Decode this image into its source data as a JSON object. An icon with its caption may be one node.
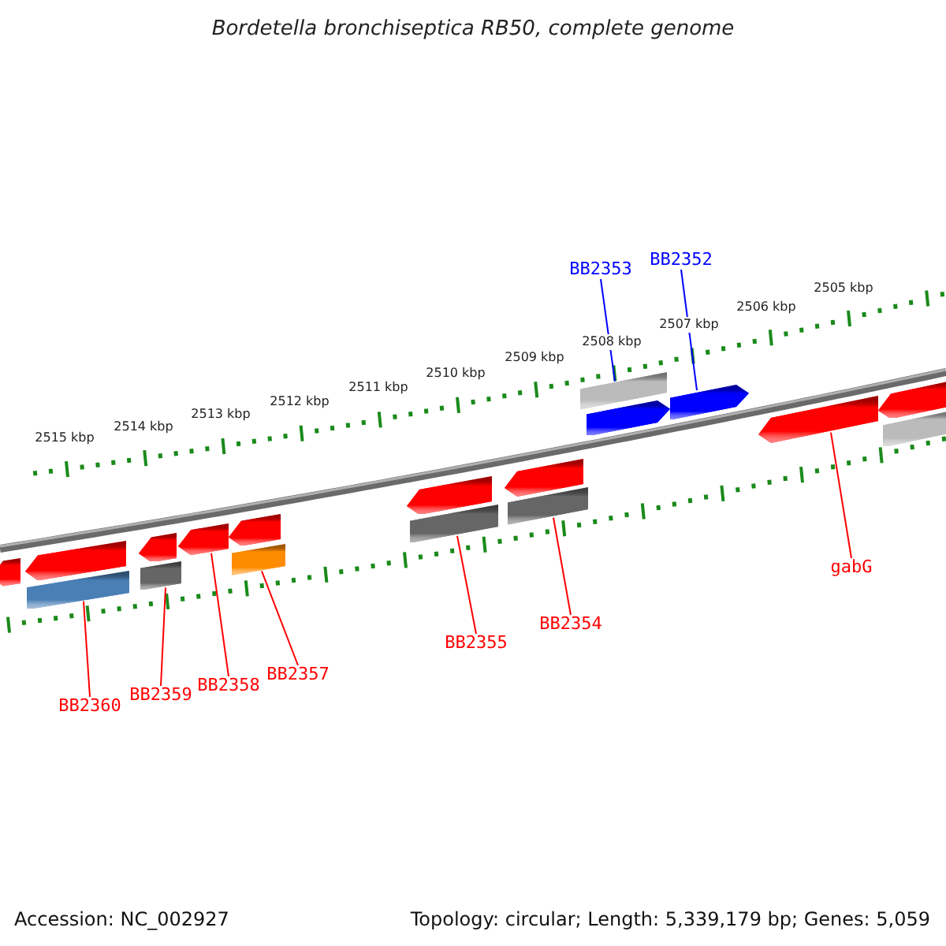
{
  "diagram": {
    "title": "Bordetella bronchiseptica RB50, complete genome",
    "nodes": [
      {
        "text": [
          "BB2353"
        ]
      },
      {
        "text": [
          "BB2352"
        ]
      },
      {
        "text": [],
        "shape": "arrow"
      },
      {
        "text": [],
        "shape": "arrow"
      },
      {
        "text": [],
        "shape": "bar"
      },
      {
        "text": [],
        "shape": "arrow"
      },
      {
        "text": [],
        "shape": "bar"
      },
      {
        "text": [],
        "shape": "arrow"
      },
      {
        "text": [],
        "shape": "arrow"
      },
      {
        "text": [],
        "shape": "bar"
      },
      {
        "text": [],
        "shape": "arrow"
      },
      {
        "text": [],
        "shape": "bar"
      },
      {
        "text": [],
        "shape": "arrow"
      },
      {
        "text": [],
        "shape": "bar"
      },
      {
        "text": [],
        "shape": "bar"
      },
      {
        "text": [],
        "shape": "arrow"
      },
      {
        "text": [],
        "shape": "arrow"
      },
      {
        "text": [],
        "shape": "arrow"
      },
      {
        "text": [],
        "shape": "arrow"
      },
      {
        "text": [],
        "shape": "bar"
      },
      {
        "text": [
          "BB2360"
        ]
      },
      {
        "text": [
          "BB2359"
        ]
      },
      {
        "text": [
          "BB2358"
        ]
      },
      {
        "text": [
          "BB2357"
        ]
      },
      {
        "text": [
          "BB2355"
        ]
      },
      {
        "text": [
          "BB2354"
        ]
      },
      {
        "text": [
          "gabG"
        ]
      }
    ],
    "edges": [
      {
        "from": 0,
        "to": 14,
        "arrow": "none",
        "color": "#0000ff"
      },
      {
        "from": 1,
        "to": 16,
        "arrow": "none",
        "color": "#0000ff"
      },
      {
        "from": 20,
        "to": 4,
        "arrow": "none"
      },
      {
        "from": 21,
        "to": 6,
        "arrow": "none"
      },
      {
        "from": 22,
        "to": 7,
        "arrow": "none"
      },
      {
        "from": 23,
        "to": 9,
        "arrow": "none"
      },
      {
        "from": 24,
        "to": 11,
        "arrow": "none"
      },
      {
        "from": 25,
        "to": 13,
        "arrow": "none"
      },
      {
        "from": 26,
        "to": 17,
        "arrow": "none"
      }
    ],
    "labels": [
      "2515 kbp",
      "2514 kbp",
      "2513 kbp",
      "2512 kbp",
      "2511 kbp",
      "2510 kbp",
      "2509 kbp",
      "2508 kbp",
      "2507 kbp",
      "2506 kbp",
      "2505 kbp",
      "Accession: NC_002927",
      "Topology: circular; Length: 5,339,179 bp; Genes: 5,059"
    ]
  }
}
